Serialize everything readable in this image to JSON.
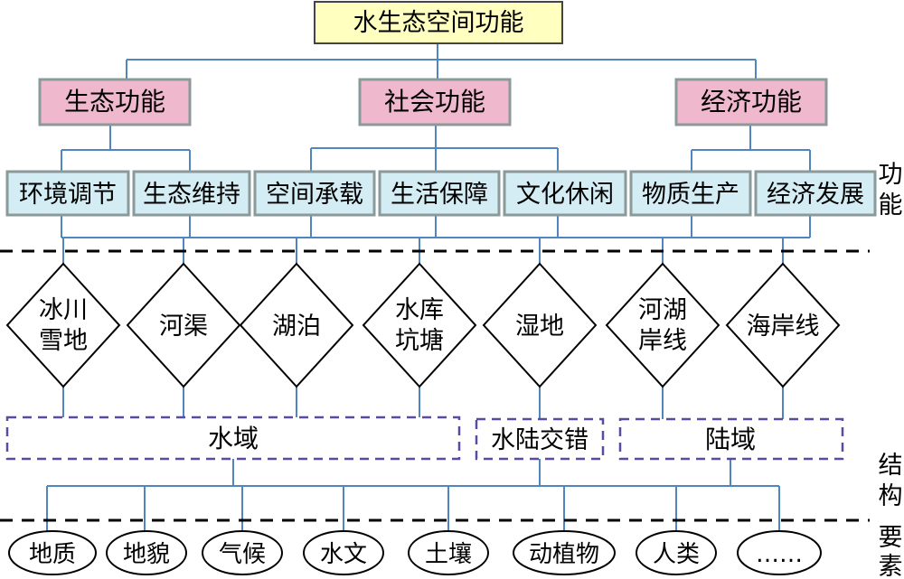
{
  "root": {
    "label": "水生态空间功能"
  },
  "functions": [
    {
      "label": "生态功能",
      "subs": [
        "环境调节",
        "生态维持"
      ]
    },
    {
      "label": "社会功能",
      "subs": [
        "空间承载",
        "生活保障",
        "文化休闲"
      ]
    },
    {
      "label": "经济功能",
      "subs": [
        "物质生产",
        "经济发展"
      ]
    }
  ],
  "diamonds": [
    {
      "lines": [
        "冰川",
        "雪地"
      ]
    },
    {
      "lines": [
        "河渠"
      ]
    },
    {
      "lines": [
        "湖泊"
      ]
    },
    {
      "lines": [
        "水库",
        "坑塘"
      ]
    },
    {
      "lines": [
        "湿地"
      ]
    },
    {
      "lines": [
        "河湖",
        "岸线"
      ]
    },
    {
      "lines": [
        "海岸线"
      ]
    }
  ],
  "regions": [
    "水域",
    "水陆交错",
    "陆域"
  ],
  "elements": [
    "地质",
    "地貌",
    "气候",
    "水文",
    "土壤",
    "动植物",
    "人类",
    "……"
  ],
  "side_labels": {
    "function": [
      "功",
      "能"
    ],
    "structure": [
      "结",
      "构"
    ],
    "element": [
      "要",
      "素"
    ]
  },
  "colors": {
    "root_fill": "#ffffc0",
    "func_fill": "#f0b8cc",
    "sub_fill": "#d4ecf4",
    "border": "#8a9a9a",
    "line": "#4f86bf",
    "dashed_region": "#5c4aa0"
  }
}
